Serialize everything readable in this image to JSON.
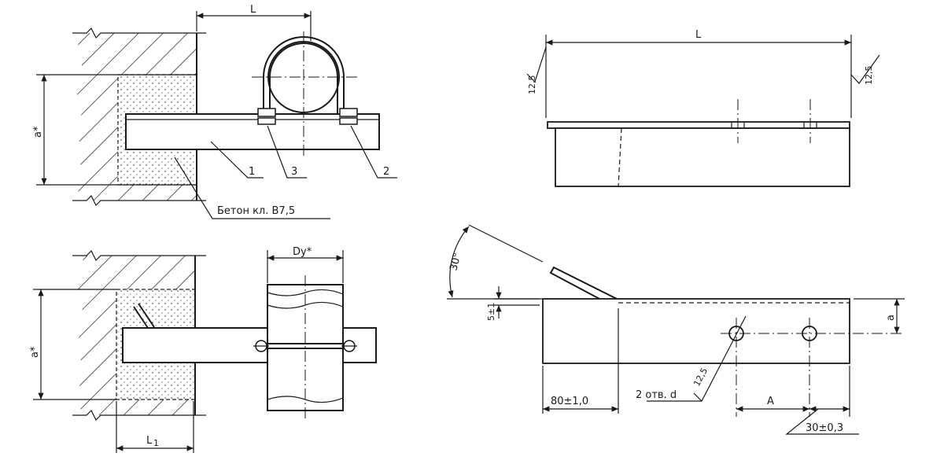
{
  "labels": {
    "dim_L": "L",
    "dim_a_star_top": "a*",
    "leader_1": "1",
    "leader_2": "2",
    "leader_3": "3",
    "concrete": "Бетон кл. B7,5",
    "dim_Dy": "Dy*",
    "dim_a_star_bottom": "a*",
    "dim_L1": "L",
    "dim_L1_sub": "1",
    "dim_L_right": "L",
    "rough_left": "12,5",
    "rough_right": "12,5",
    "angle_30": "30°",
    "offset_5": "5±1",
    "dim_a_right": "a",
    "dim_80": "80±1,0",
    "holes": "2 отв. d",
    "rough_holes": "12,5",
    "dim_A": "A",
    "dim_30": "30±0,3"
  }
}
